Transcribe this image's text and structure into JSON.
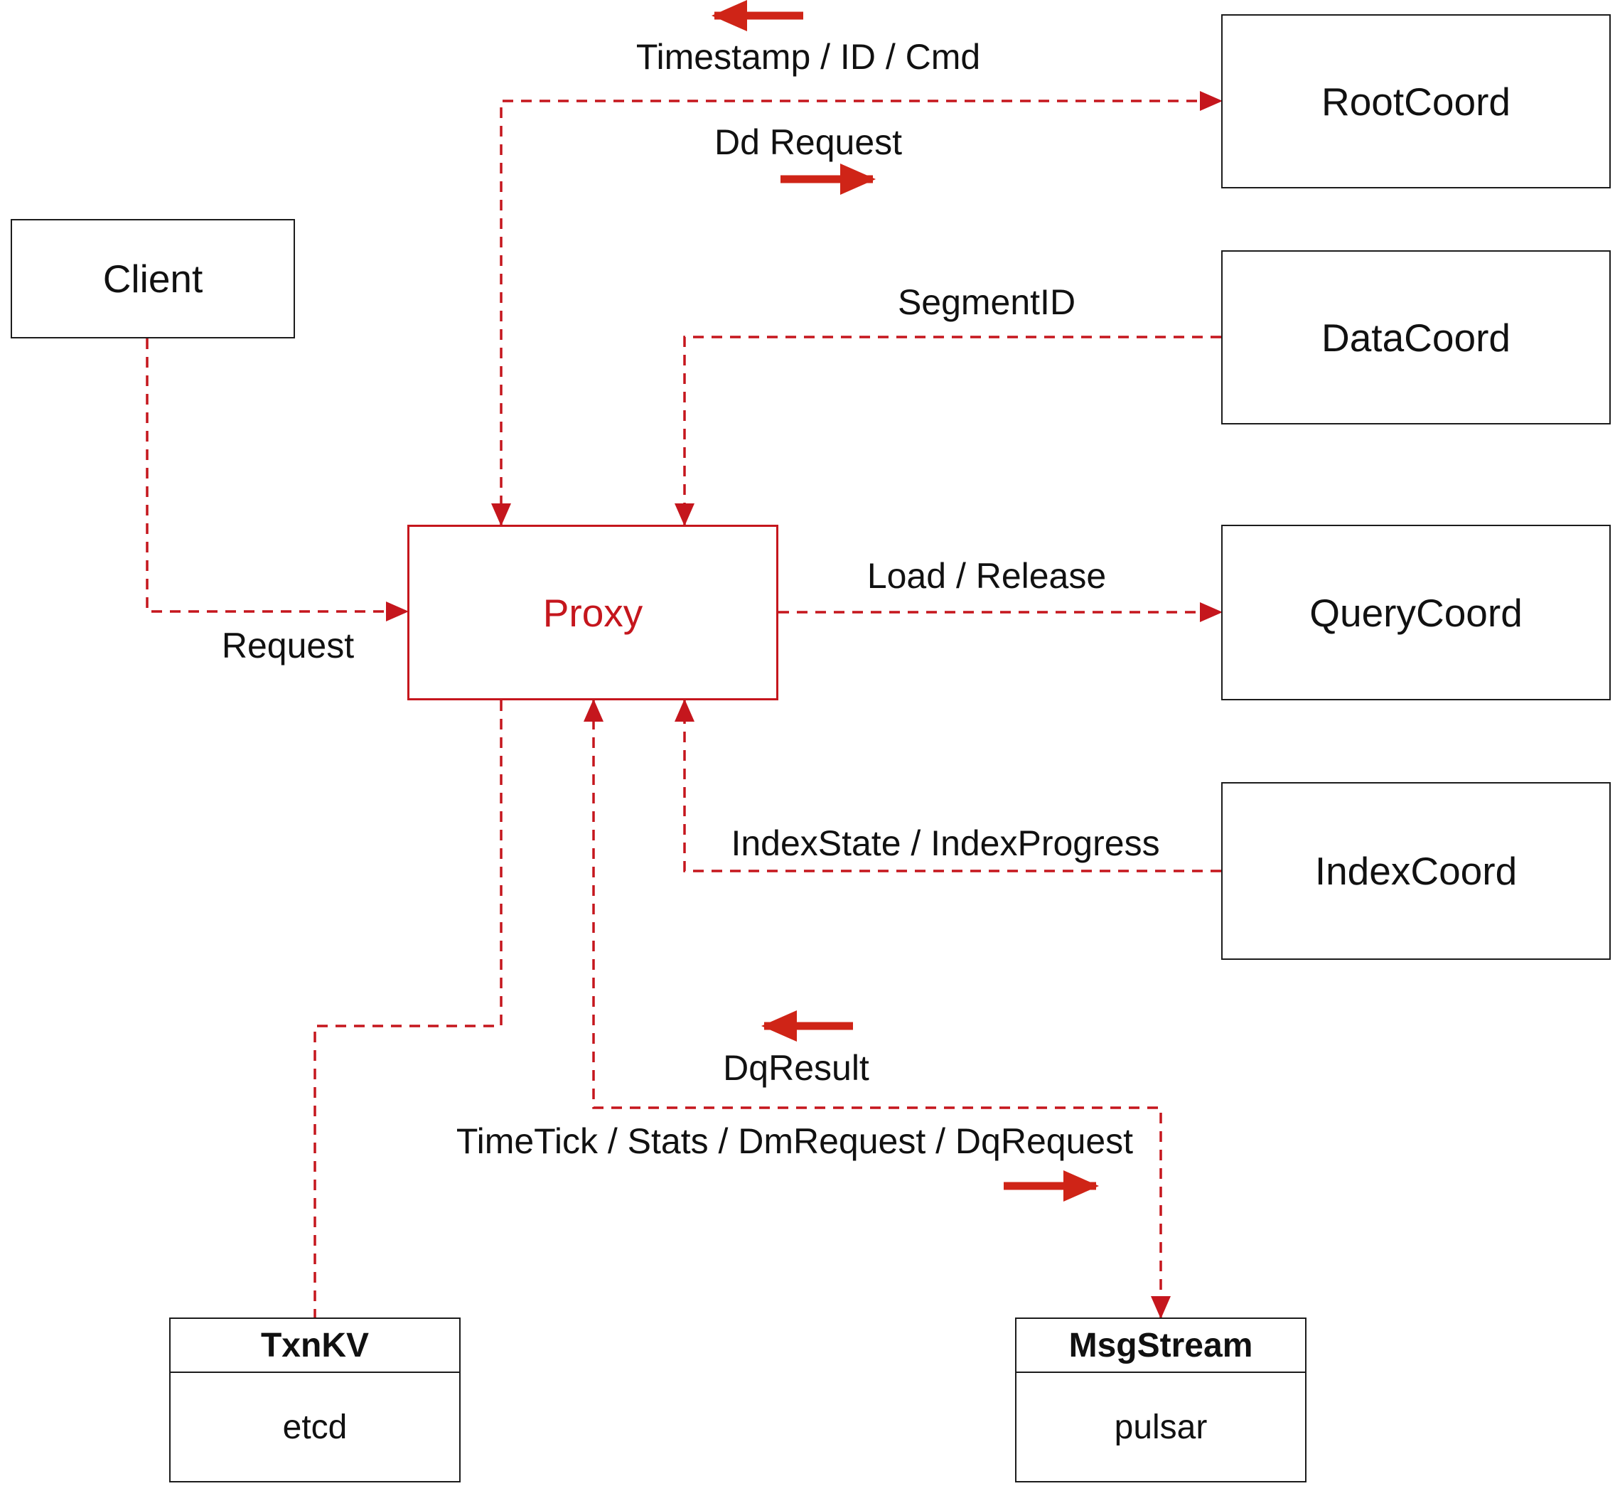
{
  "diagram": {
    "colors": {
      "accent_red": "#c5161d",
      "solid_arrow_red": "#cf2417",
      "box_border": "#1c1c1c"
    },
    "nodes": {
      "client": {
        "label": "Client"
      },
      "rootcoord": {
        "label": "RootCoord"
      },
      "datacoord": {
        "label": "DataCoord"
      },
      "proxy": {
        "label": "Proxy"
      },
      "querycoord": {
        "label": "QueryCoord"
      },
      "indexcoord": {
        "label": "IndexCoord"
      },
      "txnkv": {
        "title": "TxnKV",
        "subtitle": "etcd"
      },
      "msgstream": {
        "title": "MsgStream",
        "subtitle": "pulsar"
      }
    },
    "edge_labels": {
      "timestamp_id_cmd": "Timestamp / ID / Cmd",
      "dd_request": "Dd Request",
      "segment_id": "SegmentID",
      "request": "Request",
      "load_release": "Load / Release",
      "index_state_progress": "IndexState / IndexProgress",
      "dq_result": "DqResult",
      "timetick_stats": "TimeTick / Stats / DmRequest / DqRequest"
    }
  }
}
